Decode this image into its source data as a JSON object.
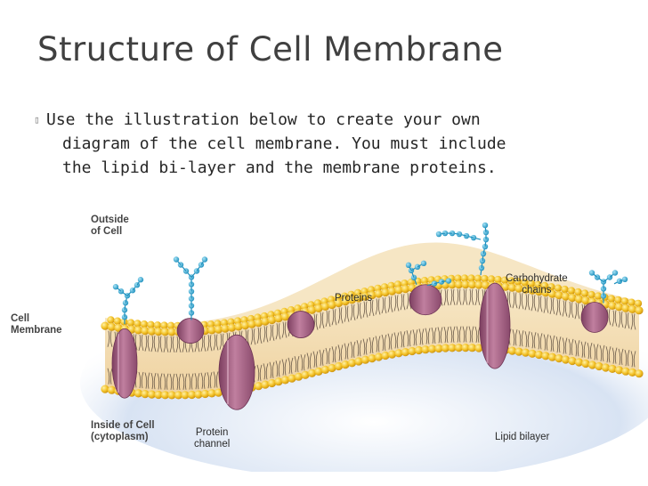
{
  "slide": {
    "title": "Structure of Cell Membrane",
    "bullet": "▯",
    "body_lines": [
      "Use the illustration below to create your own",
      "diagram of the cell membrane.  You must include",
      "the lipid bi-layer and the membrane proteins."
    ]
  },
  "diagram": {
    "labels": {
      "outside_line1": "Outside",
      "outside_line2": "of Cell",
      "cell_line1": "Cell",
      "cell_line2": "Membrane",
      "proteins": "Proteins",
      "carbo_line1": "Carbohydrate",
      "carbo_line2": "chains",
      "inside_line1": "Inside of Cell",
      "inside_line2": "(cytoplasm)",
      "channel_line1": "Protein",
      "channel_line2": "channel",
      "lipid_bilayer": "Lipid bilayer"
    },
    "colors": {
      "phospholipid_head": "#f3c022",
      "protein": "#b06a8c",
      "carbohydrate": "#2fa9d6",
      "membrane_fill": "#f2ddb6",
      "background_wash": "#c9d8ef"
    }
  }
}
